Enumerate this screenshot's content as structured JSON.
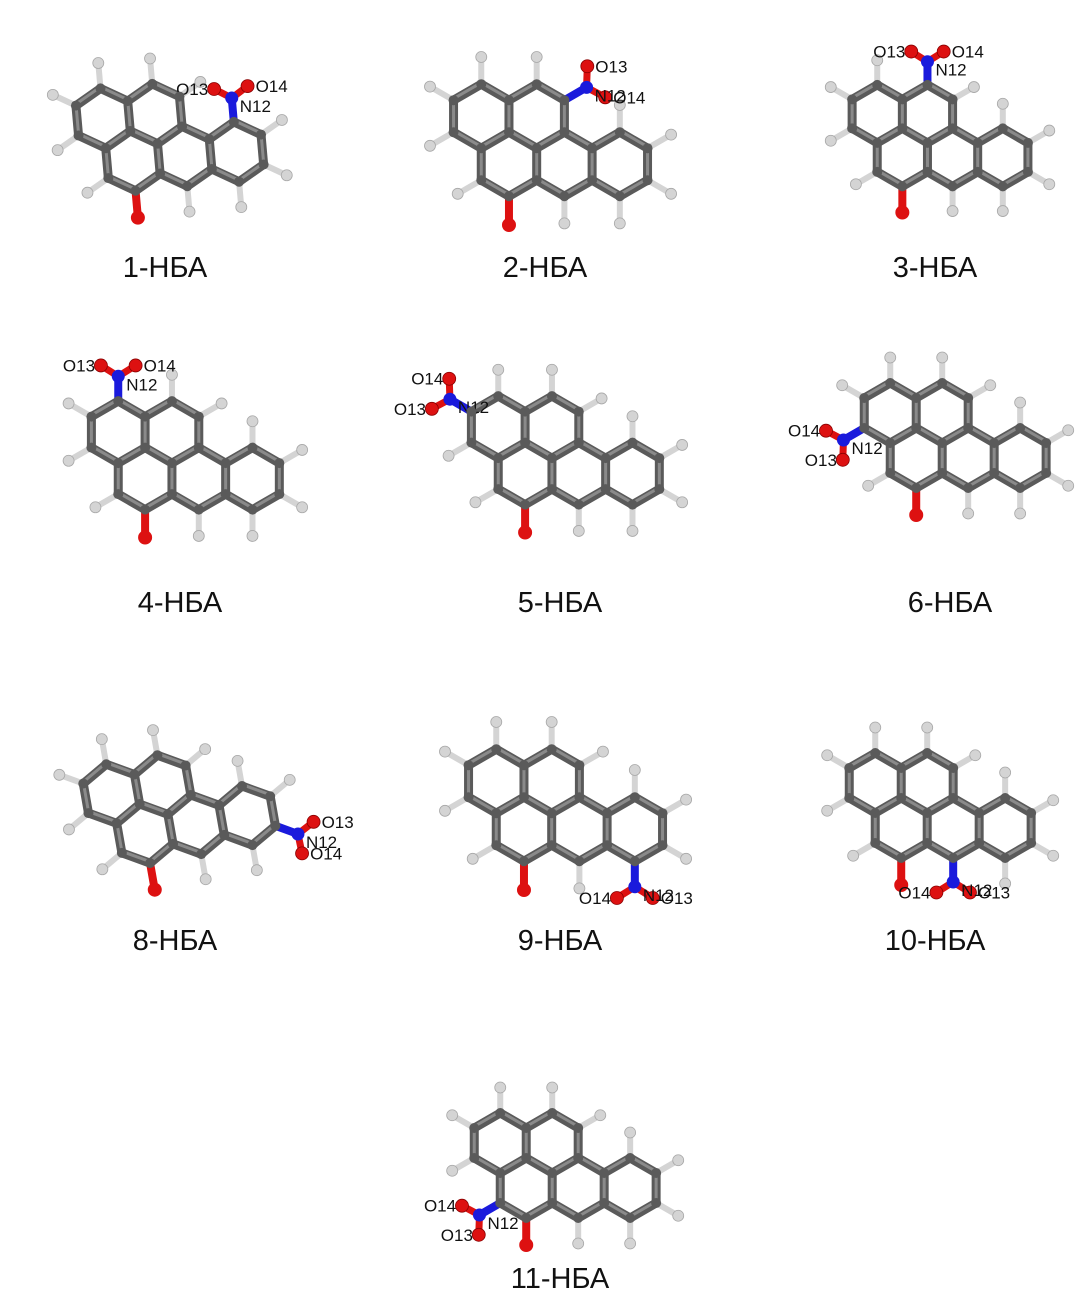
{
  "colors": {
    "carbon": "#5a5a5a",
    "carbon_light": "#8a8a8a",
    "hydrogen": "#d4d4d4",
    "nitrogen": "#1a1adc",
    "oxygen": "#dd1111",
    "text": "#111111",
    "background": "#ffffff"
  },
  "atom_labels": {
    "nitrogen": "N12",
    "oxygen_a": "O13",
    "oxygen_b": "O14"
  },
  "molecules": [
    {
      "id": "1",
      "caption": "1-НБА"
    },
    {
      "id": "2",
      "caption": "2-НБА"
    },
    {
      "id": "3",
      "caption": "3-НБА"
    },
    {
      "id": "4",
      "caption": "4-НБА"
    },
    {
      "id": "5",
      "caption": "5-НБА"
    },
    {
      "id": "6",
      "caption": "6-НБА"
    },
    {
      "id": "8",
      "caption": "8-НБА"
    },
    {
      "id": "9",
      "caption": "9-НБА"
    },
    {
      "id": "10",
      "caption": "10-НБА"
    },
    {
      "id": "11",
      "caption": "11-НБА"
    }
  ]
}
